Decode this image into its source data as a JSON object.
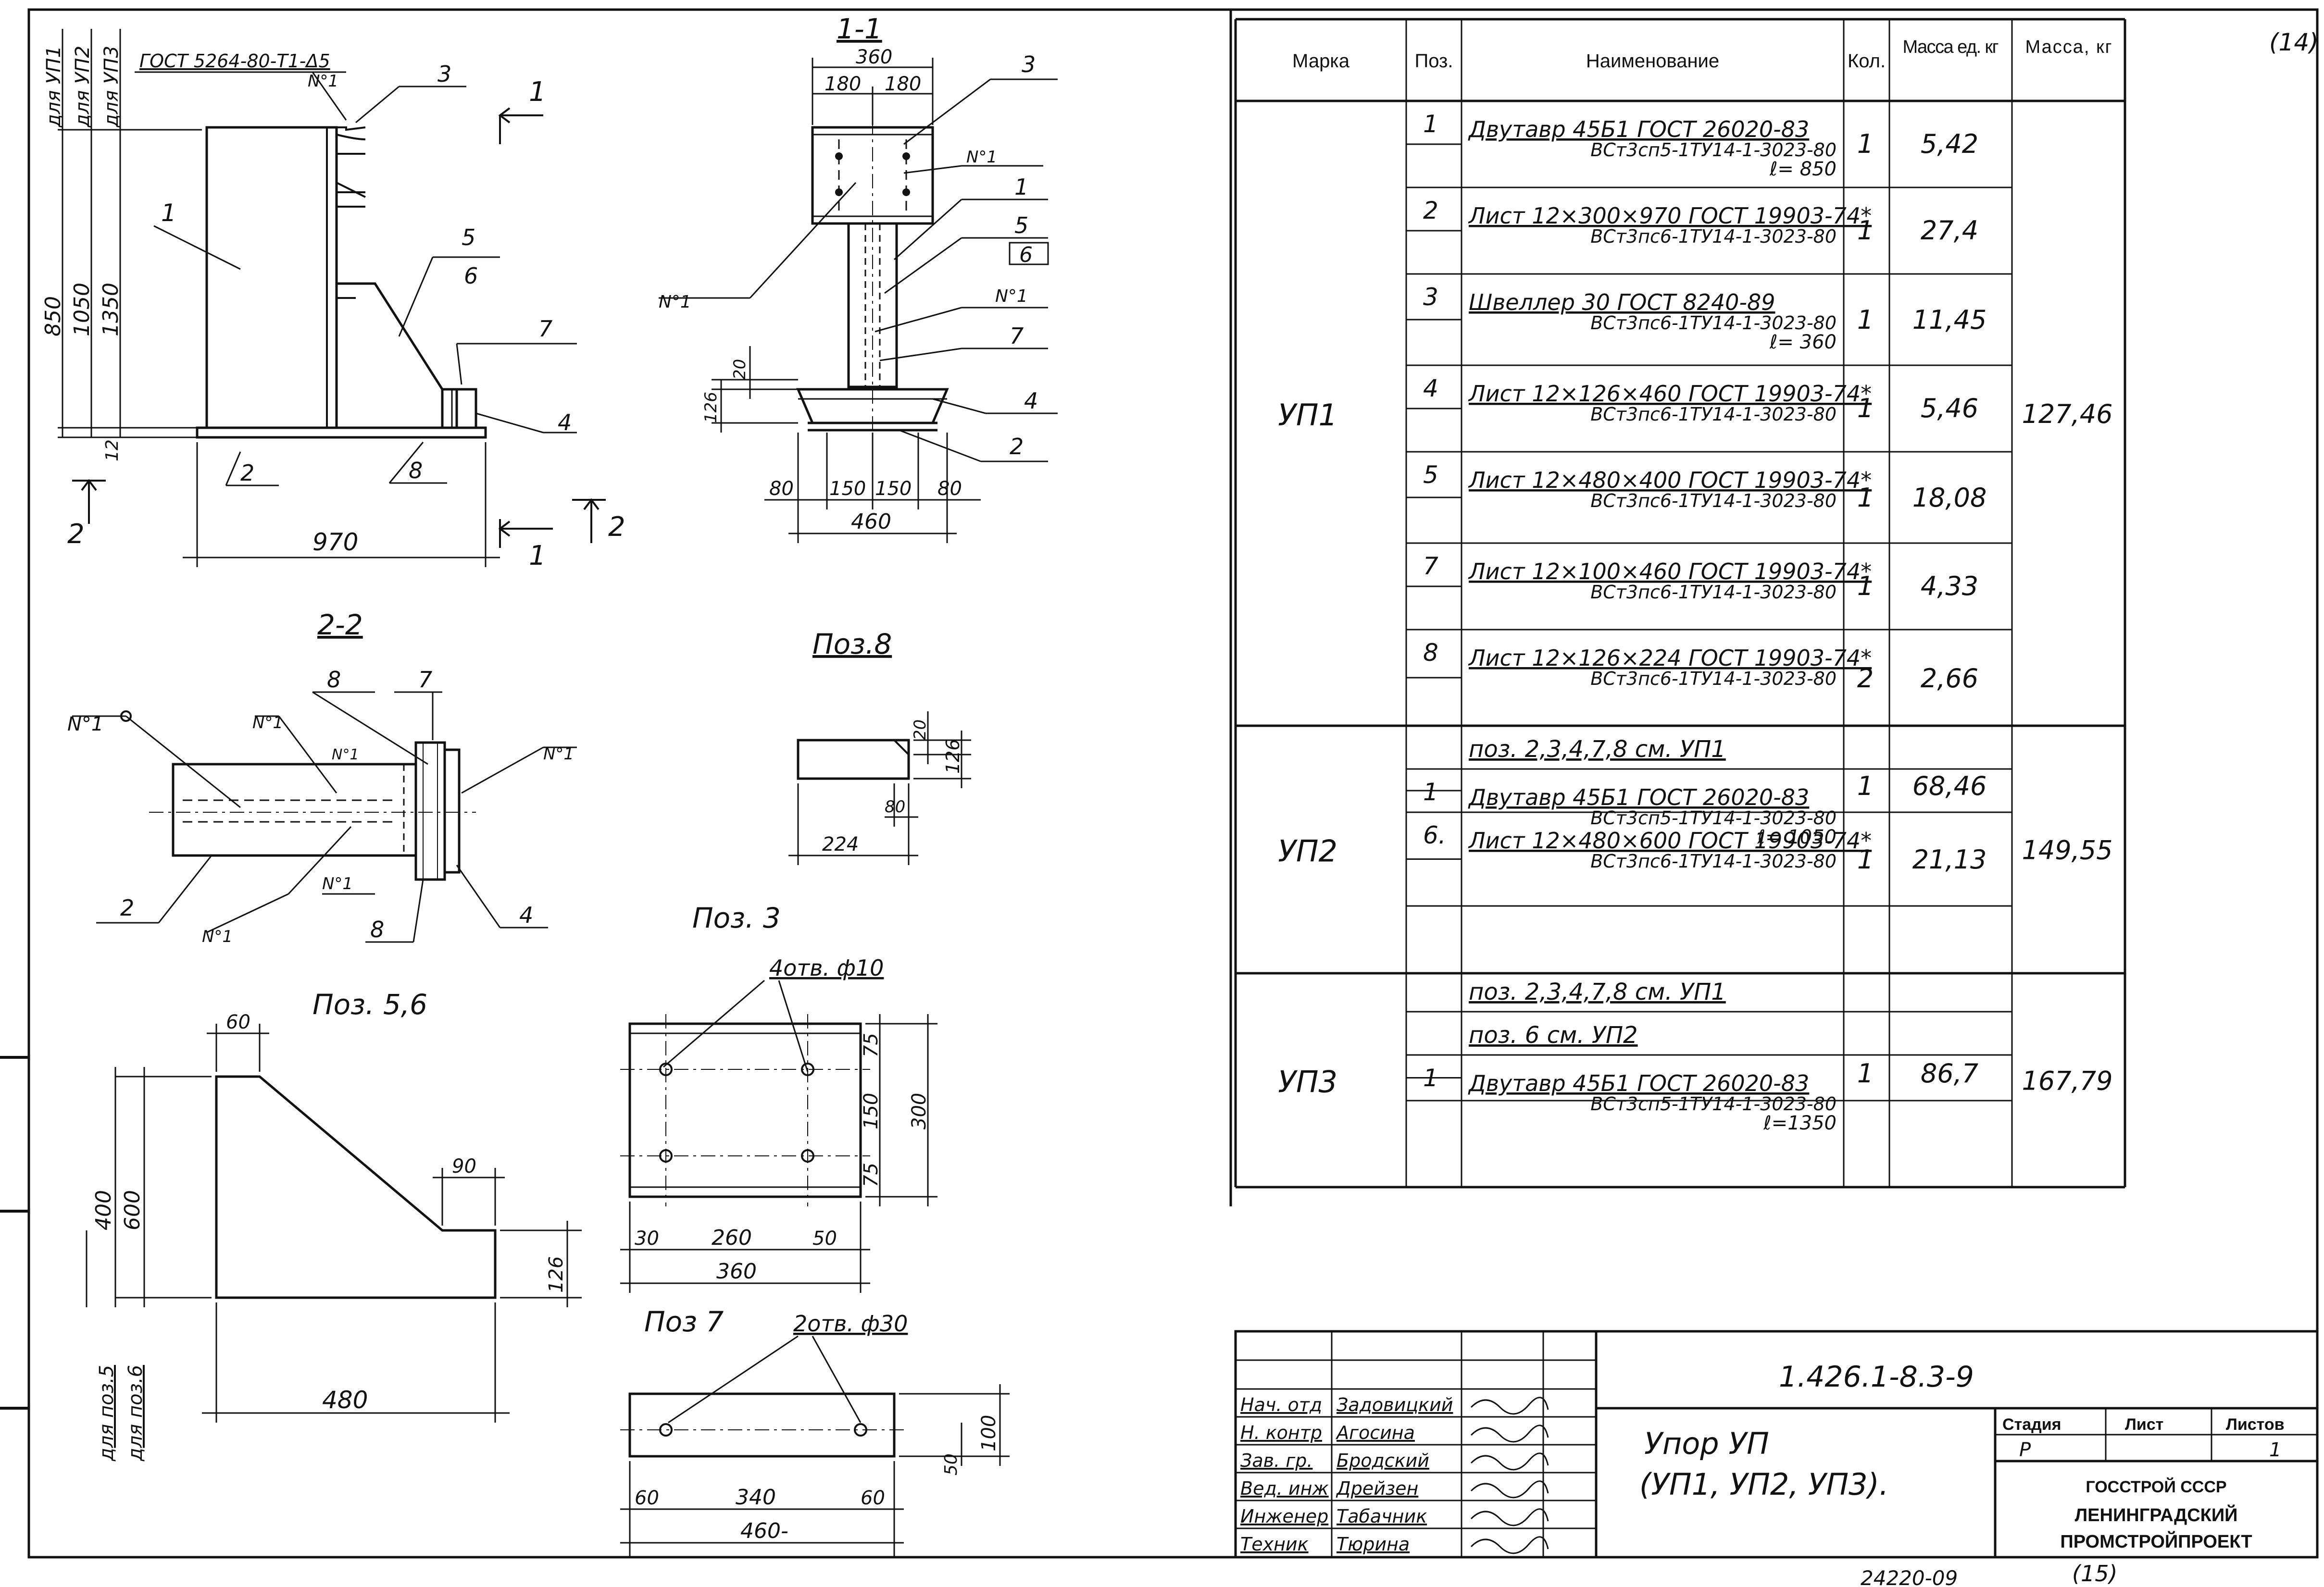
{
  "sheet_number_top": "(14)",
  "sheet_number_bottom": "(15)",
  "bottom_code": "24220-09",
  "elevation": {
    "gost_weld": "ГОСТ 5264-80-Т1-Δ5",
    "weld_n1": "N°1",
    "row_labels": [
      "для УП1",
      "для УП2",
      "для УП3"
    ],
    "heights": [
      "850",
      "1050",
      "1350"
    ],
    "base": "12",
    "width": "970",
    "callouts": [
      "1",
      "2",
      "3",
      "4",
      "5",
      "6",
      "7",
      "8"
    ],
    "section_marks": [
      "1",
      "1",
      "2",
      "2"
    ]
  },
  "section11": {
    "title": "1-1",
    "dims_top": [
      "360",
      "180",
      "180"
    ],
    "dims_bottom": [
      "80",
      "150",
      "150",
      "80"
    ],
    "dim_total": "460",
    "dim_20": "20",
    "dim_126": "126",
    "callouts": [
      "3",
      "N°1",
      "1",
      "5",
      "6",
      "N°1",
      "7",
      "4",
      "2"
    ],
    "weld_left": "N°1"
  },
  "section22": {
    "title": "2-2",
    "callouts": [
      "N°1",
      "N°1",
      "8",
      "7",
      "N°1",
      "N°1",
      "2",
      "N°1",
      "N°1",
      "8",
      "4"
    ]
  },
  "poz8": {
    "title": "Поз.8",
    "dims": [
      "20",
      "126",
      "80",
      "224"
    ]
  },
  "poz3": {
    "title": "Поз. 3",
    "holes": "4отв. ф10",
    "dims": [
      "75",
      "150",
      "75",
      "300",
      "30",
      "260",
      "50",
      "360"
    ]
  },
  "poz56": {
    "title": "Поз. 5,6",
    "dims": [
      "60",
      "400",
      "600",
      "90",
      "126",
      "480"
    ],
    "side_labels": [
      "для поз.5",
      "для поз.6"
    ]
  },
  "poz7": {
    "title": "Поз 7",
    "holes": "2отв. ф30",
    "dims": [
      "100",
      "50",
      "60",
      "340",
      "60",
      "460-"
    ]
  },
  "spec": {
    "headers": [
      "Марка",
      "Поз.",
      "Наименование",
      "Кол.",
      "Масса ед. кг",
      "Масса, кг"
    ],
    "groups": [
      {
        "mark": "УП1",
        "total": "127,46",
        "rows": [
          {
            "pos": "1",
            "name1": "Двутавр 45Б1 ГОСТ 26020-83",
            "name2": "ВСт3сп5-1ТУ14-1-3023-80",
            "name3": "ℓ= 850",
            "qty": "1",
            "mass": "5,42"
          },
          {
            "pos": "2",
            "name1": "Лист 12×300×970 ГОСТ 19903-74*",
            "name2": "ВСт3пс6-1ТУ14-1-3023-80",
            "name3": "",
            "qty": "1",
            "mass": "27,4"
          },
          {
            "pos": "3",
            "name1": "Швеллер 30 ГОСТ 8240-89",
            "name2": "ВСт3пс6-1ТУ14-1-3023-80",
            "name3": "ℓ= 360",
            "qty": "1",
            "mass": "11,45"
          },
          {
            "pos": "4",
            "name1": "Лист 12×126×460 ГОСТ 19903-74*",
            "name2": "ВСт3пс6-1ТУ14-1-3023-80",
            "name3": "",
            "qty": "1",
            "mass": "5,46"
          },
          {
            "pos": "5",
            "name1": "Лист 12×480×400 ГОСТ 19903-74*",
            "name2": "ВСт3пс6-1ТУ14-1-3023-80",
            "name3": "",
            "qty": "1",
            "mass": "18,08"
          },
          {
            "pos": "7",
            "name1": "Лист 12×100×460 ГОСТ 19903-74*",
            "name2": "ВСт3пс6-1ТУ14-1-3023-80",
            "name3": "",
            "qty": "1",
            "mass": "4,33"
          },
          {
            "pos": "8",
            "name1": "Лист 12×126×224 ГОСТ 19903-74*",
            "name2": "ВСт3пс6-1ТУ14-1-3023-80",
            "name3": "",
            "qty": "2",
            "mass": "2,66"
          }
        ]
      },
      {
        "mark": "УП2",
        "total": "149,55",
        "note": "поз. 2,3,4,7,8 см. УП1",
        "rows": [
          {
            "pos": "1",
            "name1": "Двутавр 45Б1 ГОСТ 26020-83",
            "name2": "ВСт3сп5-1ТУ14-1-3023-80",
            "name3": "ℓ= 1050",
            "qty": "1",
            "mass": "68,46"
          },
          {
            "pos": "6.",
            "name1": "Лист 12×480×600 ГОСТ 19903-74*",
            "name2": "ВСт3пс6-1ТУ14-1-3023-80",
            "name3": "",
            "qty": "1",
            "mass": "21,13"
          }
        ]
      },
      {
        "mark": "УП3",
        "total": "167,79",
        "note": "поз. 2,3,4,7,8 см. УП1",
        "note2": "поз. 6 см. УП2",
        "rows": [
          {
            "pos": "1",
            "name1": "Двутавр 45Б1 ГОСТ 26020-83",
            "name2": "ВСт3сп5-1ТУ14-1-3023-80",
            "name3": "ℓ=1350",
            "qty": "1",
            "mass": "86,7"
          }
        ]
      }
    ]
  },
  "titleblock": {
    "code": "1.426.1-8.3-9",
    "title_line1": "Упор УП",
    "title_line2": "(УП1, УП2, УП3).",
    "roles": [
      "Нач. отд",
      "Н. контр",
      "Зав. гр.",
      "Вед. инж",
      "Инженер",
      "Техник"
    ],
    "names": [
      "Задовицкий",
      "Агосина",
      "Бродский",
      "Дрейзен",
      "Табачник",
      "Тюрина"
    ],
    "stage_headers": [
      "Стадия",
      "Лист",
      "Листов"
    ],
    "stage_values": [
      "Р",
      "",
      "1"
    ],
    "org1": "ГОССТРОЙ СССР",
    "org2": "ЛЕНИНГРАДСКИЙ",
    "org3": "ПРОМСТРОЙПРОЕКТ"
  }
}
